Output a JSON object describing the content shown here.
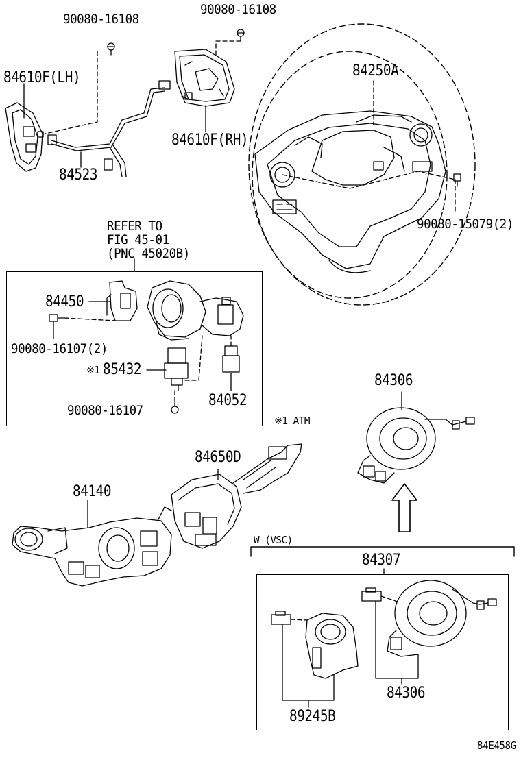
{
  "figure_code": "84E458G",
  "parts": {
    "screw_lh": "90080-16108",
    "screw_rh": "90080-16108",
    "switch_lh": "84610F(LH)",
    "switch_rh": "84610F(RH)",
    "wire": "84523",
    "steering_pad": "84250A",
    "screw_pad": "90080-15079(2)",
    "switch_84450": "84450",
    "screw_16107_2": "90080-16107(2)",
    "switch_85432": "85432",
    "screw_16107": "90080-16107",
    "switch_84052": "84052",
    "spiral_84306_top": "84306",
    "switch_84650d": "84650D",
    "switch_84140": "84140",
    "spiral_84307": "84307",
    "sensor_89245b": "89245B",
    "spiral_84306_bottom": "84306"
  },
  "notes": {
    "refer_line1": "REFER TO",
    "refer_line2": "FIG 45-01",
    "refer_line3": "(PNC 45020B)",
    "mark_85432": "※1",
    "atm_note": "※1 ATM",
    "vsc_note": "W (VSC)"
  }
}
